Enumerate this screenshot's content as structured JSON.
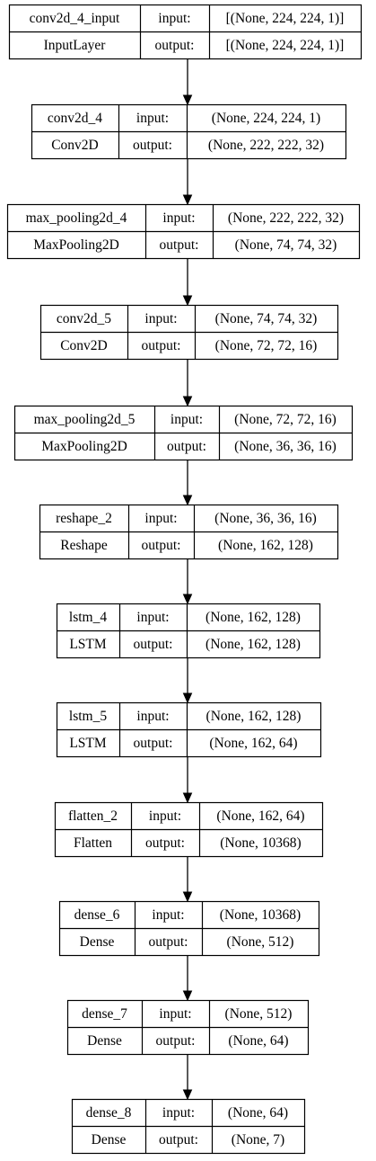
{
  "labels": {
    "input": "input:",
    "output": "output:"
  },
  "layers": [
    {
      "name": "conv2d_4_input",
      "type": "InputLayer",
      "input": "[(None, 224, 224, 1)]",
      "output": "[(None, 224, 224, 1)]"
    },
    {
      "name": "conv2d_4",
      "type": "Conv2D",
      "input": "(None, 224, 224, 1)",
      "output": "(None, 222, 222, 32)"
    },
    {
      "name": "max_pooling2d_4",
      "type": "MaxPooling2D",
      "input": "(None, 222, 222, 32)",
      "output": "(None, 74, 74, 32)"
    },
    {
      "name": "conv2d_5",
      "type": "Conv2D",
      "input": "(None, 74, 74, 32)",
      "output": "(None, 72, 72, 16)"
    },
    {
      "name": "max_pooling2d_5",
      "type": "MaxPooling2D",
      "input": "(None, 72, 72, 16)",
      "output": "(None, 36, 36, 16)"
    },
    {
      "name": "reshape_2",
      "type": "Reshape",
      "input": "(None, 36, 36, 16)",
      "output": "(None, 162, 128)"
    },
    {
      "name": "lstm_4",
      "type": "LSTM",
      "input": "(None, 162, 128)",
      "output": "(None, 162, 128)"
    },
    {
      "name": "lstm_5",
      "type": "LSTM",
      "input": "(None, 162, 128)",
      "output": "(None, 162, 64)"
    },
    {
      "name": "flatten_2",
      "type": "Flatten",
      "input": "(None, 162, 64)",
      "output": "(None, 10368)"
    },
    {
      "name": "dense_6",
      "type": "Dense",
      "input": "(None, 10368)",
      "output": "(None, 512)"
    },
    {
      "name": "dense_7",
      "type": "Dense",
      "input": "(None, 512)",
      "output": "(None, 64)"
    },
    {
      "name": "dense_8",
      "type": "Dense",
      "input": "(None, 64)",
      "output": "(None, 7)"
    }
  ]
}
